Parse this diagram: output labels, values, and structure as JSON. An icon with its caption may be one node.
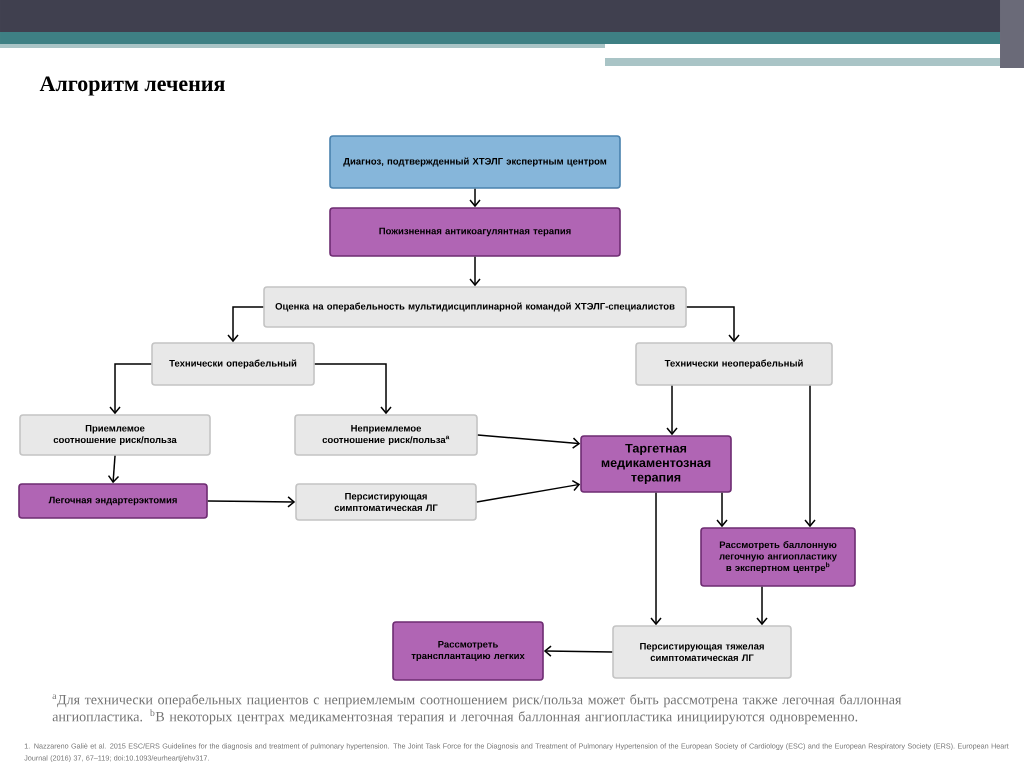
{
  "diagram": {
    "title": "Алгоритм лечения",
    "nodes": [
      {
        "text": [
          "Диагноз, подтвержденный ХТЭЛГ экспертным центром"
        ]
      },
      {
        "text": [
          "Пожизненная антикоагулянтная терапия"
        ]
      },
      {
        "text": [
          "Оценка на операбельность мультидисциплинарной командой ХТЭЛГ-специалистов"
        ]
      },
      {
        "text": [
          "Технически операбельный"
        ]
      },
      {
        "text": [
          "Технически неоперабельный"
        ]
      },
      {
        "text": [
          "Приемлемое соотношение риск/польза"
        ]
      },
      {
        "text": [
          "Неприемлемое соотношение риск/польза$^{a}$"
        ]
      },
      {
        "text": [
          "Таргетная медикаментозная терапия"
        ]
      },
      {
        "text": [
          "Легочная эндартерэктомия"
        ]
      },
      {
        "text": [
          "Персистирующая симптоматическая ЛГ"
        ]
      },
      {
        "text": [
          "Рассмотреть баллонную легочную ангиопластику в экспертном центре$^{b}$"
        ]
      },
      {
        "text": [
          "Рассмотреть трансплантацию легких"
        ]
      },
      {
        "text": [
          "Персистирующая тяжелая симптоматическая ЛГ"
        ]
      }
    ],
    "edges": [
      {
        "from": 0,
        "to": 1,
        "arrow": "to"
      },
      {
        "from": 1,
        "to": 2,
        "arrow": "to"
      },
      {
        "from": 2,
        "to": 3,
        "arrow": "to"
      },
      {
        "from": 2,
        "to": 4,
        "arrow": "to"
      },
      {
        "from": 3,
        "to": 5,
        "arrow": "to"
      },
      {
        "from": 3,
        "to": 6,
        "arrow": "to"
      },
      {
        "from": 5,
        "to": 8,
        "arrow": "to"
      },
      {
        "from": 8,
        "to": 9,
        "arrow": "to"
      },
      {
        "from": 6,
        "to": 7,
        "arrow": "to"
      },
      {
        "from": 9,
        "to": 7,
        "arrow": "to"
      },
      {
        "from": 4,
        "to": 7,
        "arrow": "to"
      },
      {
        "from": 4,
        "to": 10,
        "arrow": "to"
      },
      {
        "from": 7,
        "to": 10,
        "arrow": "to"
      },
      {
        "from": 7,
        "to": 12,
        "arrow": "to"
      },
      {
        "from": 10,
        "to": 12,
        "arrow": "to"
      },
      {
        "from": 12,
        "to": 11,
        "arrow": "to"
      }
    ],
    "labels": [
      "$^{a}$Для технически операбельных пациентов с неприемлемым соотношением риск/польза может быть рассмотрена также легочная баллонная ангиопластика. $^{b}$В некоторых центрах медикаментозная терапия и легочная баллонная ангиопластика инициируются одновременно.",
      "1. Nazzareno Galiè et al. 2015 ESC/ERS Guidelines for the diagnosis and treatment of pulmonary hypertension. The Joint Task Force for the Diagnosis and Treatment of Pulmonary Hypertension of the European Society of Cardiology (ESC) and the European Respiratory Society (ERS). European Heart Journal (2016) 37, 67–119; doi:10.1093/eurheartj/ehv317."
    ]
  }
}
